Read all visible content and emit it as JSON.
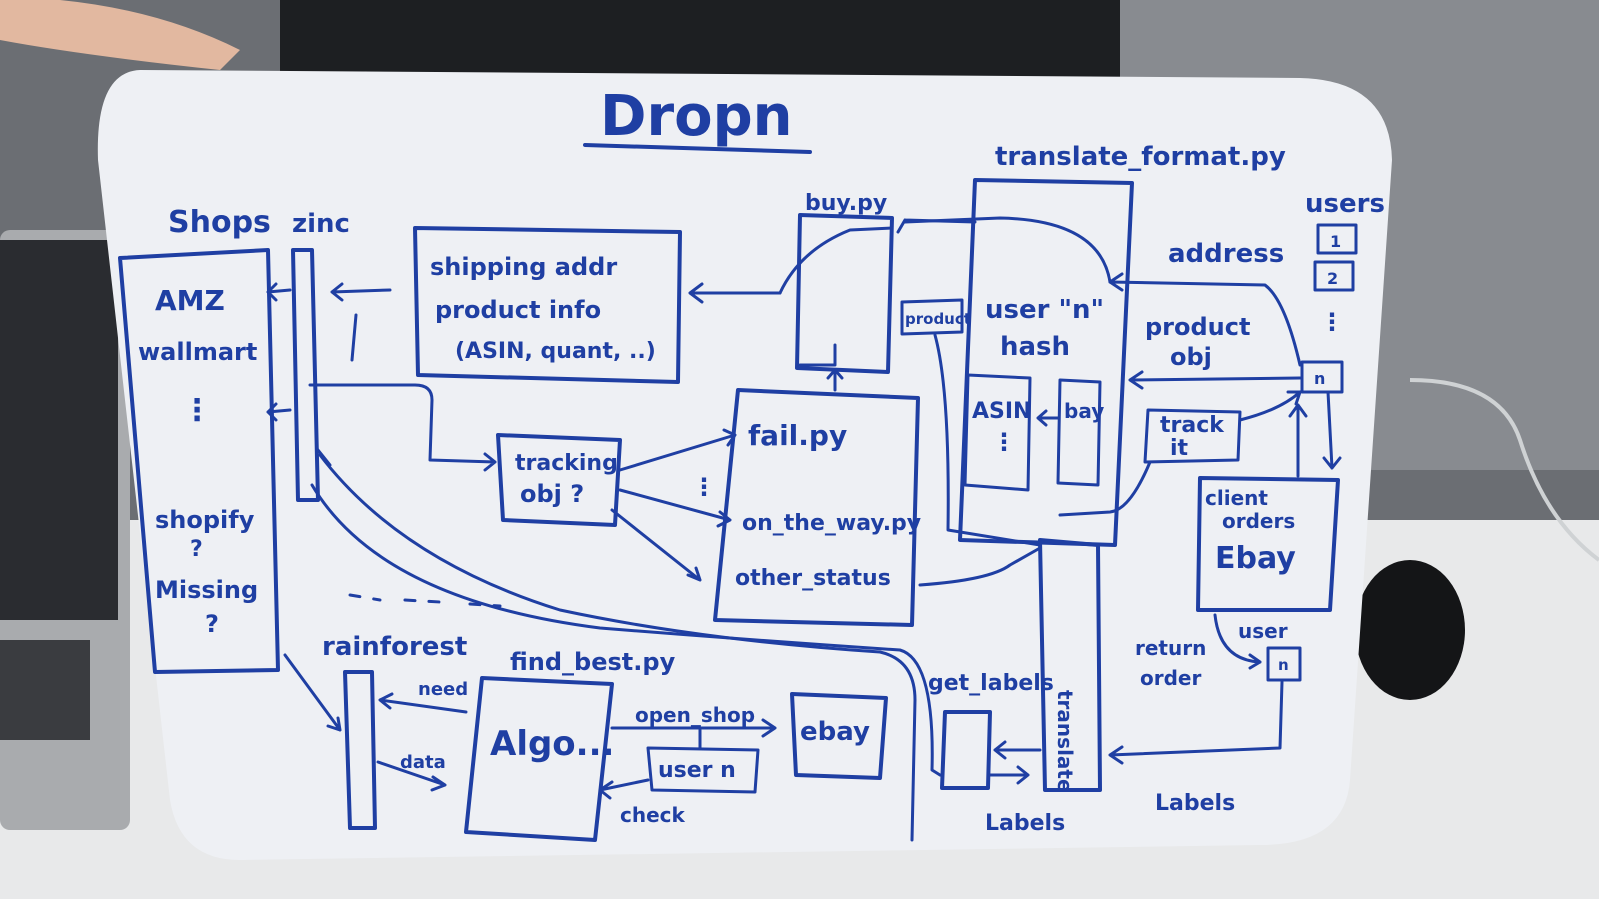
{
  "colors": {
    "ink": "#1f3fa3",
    "board": "#eef0f4",
    "background_wall": "#6b6e73",
    "desk": "#e9eaea"
  },
  "title": "Dropn",
  "labels": {
    "shops": "Shops",
    "zinc": "zinc",
    "shops_list": [
      "AMZ",
      "wallmart",
      "⋮",
      "shopify",
      "?",
      "Missing",
      "?"
    ],
    "shipping": [
      "shipping addr",
      "product info",
      "(ASIN, quant, ..)"
    ],
    "buy_py": "buy.py",
    "translate_format_py": "translate_format.py",
    "users": "users",
    "user_icons": [
      "1",
      "2",
      "⋮",
      "n"
    ],
    "address": "address",
    "product_obj": [
      "product",
      "obj"
    ],
    "product_small": "product",
    "user_n_hash": [
      "user \"n\"",
      "hash"
    ],
    "asin": "ASIN",
    "asin_dots": "⋮",
    "bay": "bay",
    "track_it": [
      "track",
      "it"
    ],
    "tracking_obj": [
      "tracking",
      "obj ?"
    ],
    "tracking_dots": "⋮",
    "fail_py": "fail.py",
    "on_the_way_py": "on_the_way.py",
    "other_status": "other_status",
    "client_orders": [
      "client",
      "orders"
    ],
    "ebay_box": "Ebay",
    "return_order": [
      "return",
      "order"
    ],
    "user_small": "user",
    "user_small_box": "n",
    "rainforest": "rainforest",
    "find_best_py": "find_best.py",
    "need": "need",
    "data": "data",
    "algo": "Algo...",
    "open_shop": "open_shop",
    "user_n": "user n",
    "ebay_small": "ebay",
    "check": "check",
    "get_labels": "get_labels",
    "translate_vertical": "translate",
    "labels_a": "Labels",
    "labels_b": "Labels"
  }
}
